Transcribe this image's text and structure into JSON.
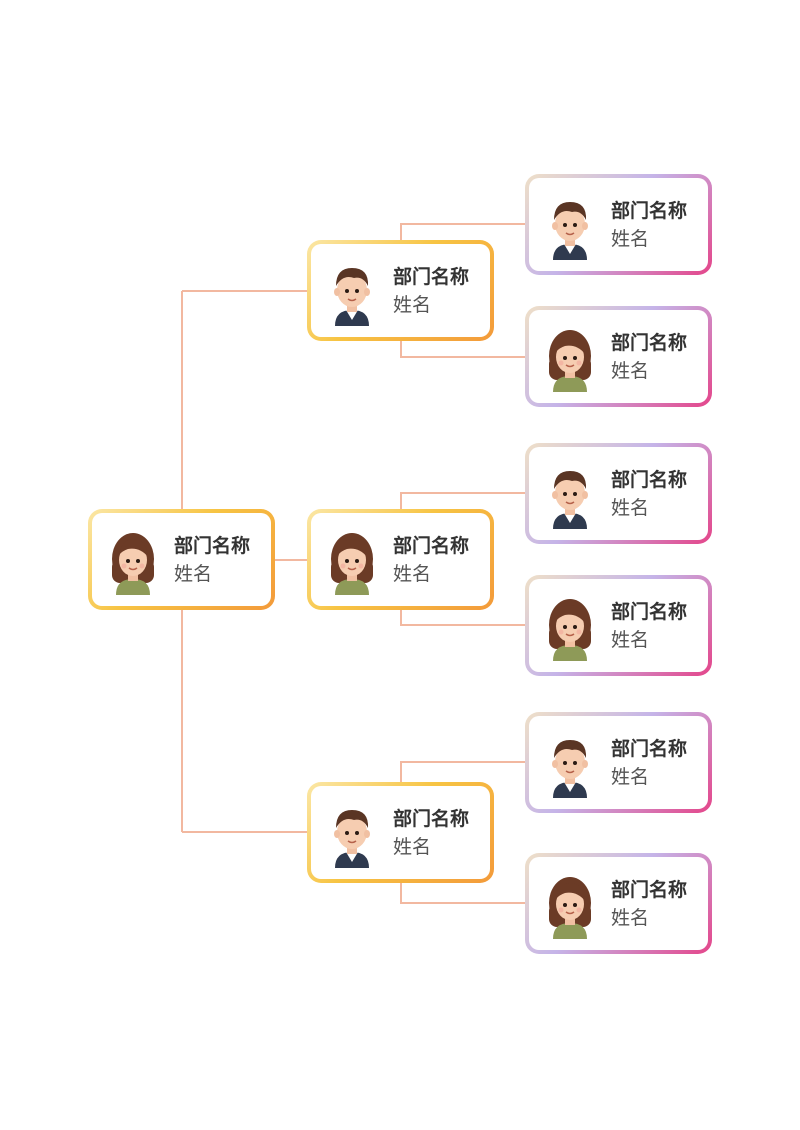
{
  "colors": {
    "connector": "#f2b8a0",
    "accent_warm": "#f7c443",
    "accent_leaf": "#e4458a",
    "text_dark": "#333333"
  },
  "org": {
    "root": {
      "dept": "部门名称",
      "name": "姓名",
      "avatar": "female-avatar-icon"
    },
    "managers": [
      {
        "dept": "部门名称",
        "name": "姓名",
        "avatar": "male-avatar-icon",
        "reports": [
          {
            "dept": "部门名称",
            "name": "姓名",
            "avatar": "male-avatar-icon"
          },
          {
            "dept": "部门名称",
            "name": "姓名",
            "avatar": "female-avatar-icon"
          }
        ]
      },
      {
        "dept": "部门名称",
        "name": "姓名",
        "avatar": "female-avatar-icon",
        "reports": [
          {
            "dept": "部门名称",
            "name": "姓名",
            "avatar": "male-avatar-icon"
          },
          {
            "dept": "部门名称",
            "name": "姓名",
            "avatar": "female-avatar-icon"
          }
        ]
      },
      {
        "dept": "部门名称",
        "name": "姓名",
        "avatar": "male-avatar-icon",
        "reports": [
          {
            "dept": "部门名称",
            "name": "姓名",
            "avatar": "male-avatar-icon"
          },
          {
            "dept": "部门名称",
            "name": "姓名",
            "avatar": "female-avatar-icon"
          }
        ]
      }
    ]
  }
}
